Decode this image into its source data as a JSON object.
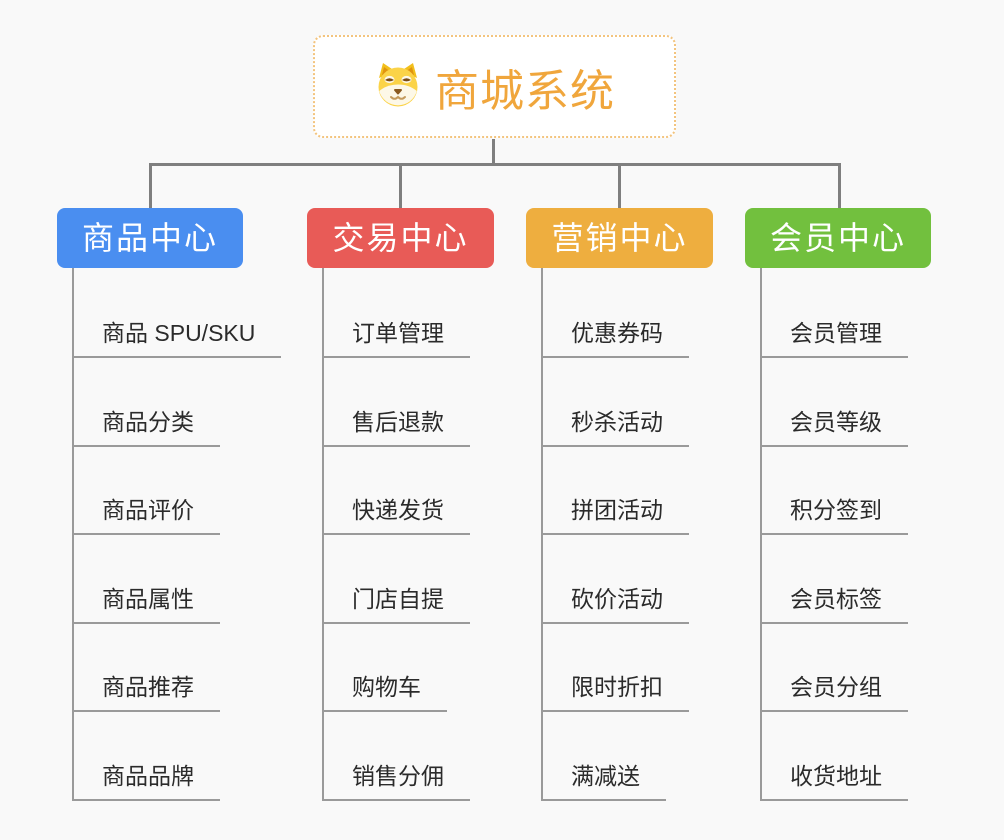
{
  "page": {
    "background": "#f9f9f9"
  },
  "colors": {
    "connector_line": "#7f7f7f",
    "child_line": "#9a9a9a",
    "root_accent": "#f0a63c",
    "root_border": "#f3c47e",
    "item_text": "#2b2b2b"
  },
  "root": {
    "title": "商城系统",
    "icon": "dog-face-icon",
    "text_color": "#f0a63c",
    "border_color": "#f3c47e"
  },
  "branches": [
    {
      "label": "商品中心",
      "color": "#4a8ef0",
      "items": [
        "商品 SPU/SKU",
        "商品分类",
        "商品评价",
        "商品属性",
        "商品推荐",
        "商品品牌"
      ]
    },
    {
      "label": "交易中心",
      "color": "#e85b57",
      "items": [
        "订单管理",
        "售后退款",
        "快递发货",
        "门店自提",
        "购物车",
        "销售分佣"
      ]
    },
    {
      "label": "营销中心",
      "color": "#eeae3f",
      "items": [
        "优惠券码",
        "秒杀活动",
        "拼团活动",
        "砍价活动",
        "限时折扣",
        "满减送"
      ]
    },
    {
      "label": "会员中心",
      "color": "#72c03e",
      "items": [
        "会员管理",
        "会员等级",
        "积分签到",
        "会员标签",
        "会员分组",
        "收货地址"
      ]
    }
  ]
}
